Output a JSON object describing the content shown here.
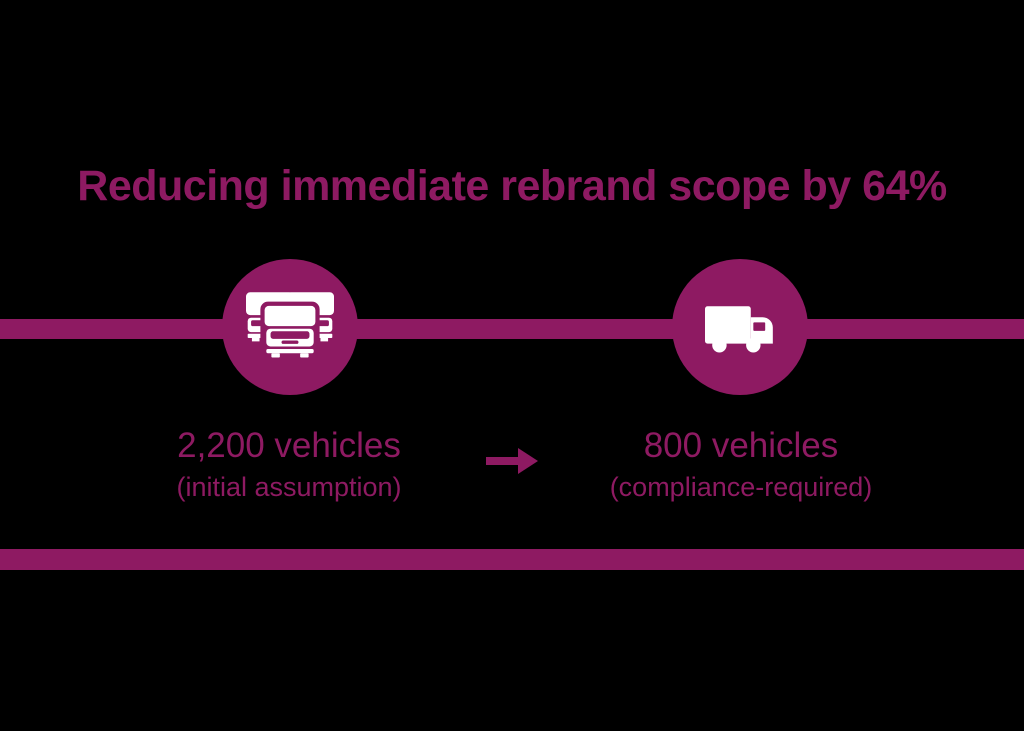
{
  "colors": {
    "background": "#000000",
    "brand": "#8E1A62",
    "icon_foreground": "#FFFFFF"
  },
  "header": {
    "title": "Reducing immediate rebrand scope by 64%"
  },
  "comparison": {
    "before": {
      "icon": "fleet-trucks-icon",
      "value": "2,200 vehicles",
      "caption": "(initial assumption)"
    },
    "arrow_icon": "arrow-right-icon",
    "after": {
      "icon": "delivery-truck-icon",
      "value": "800 vehicles",
      "caption": "(compliance-required)"
    }
  }
}
